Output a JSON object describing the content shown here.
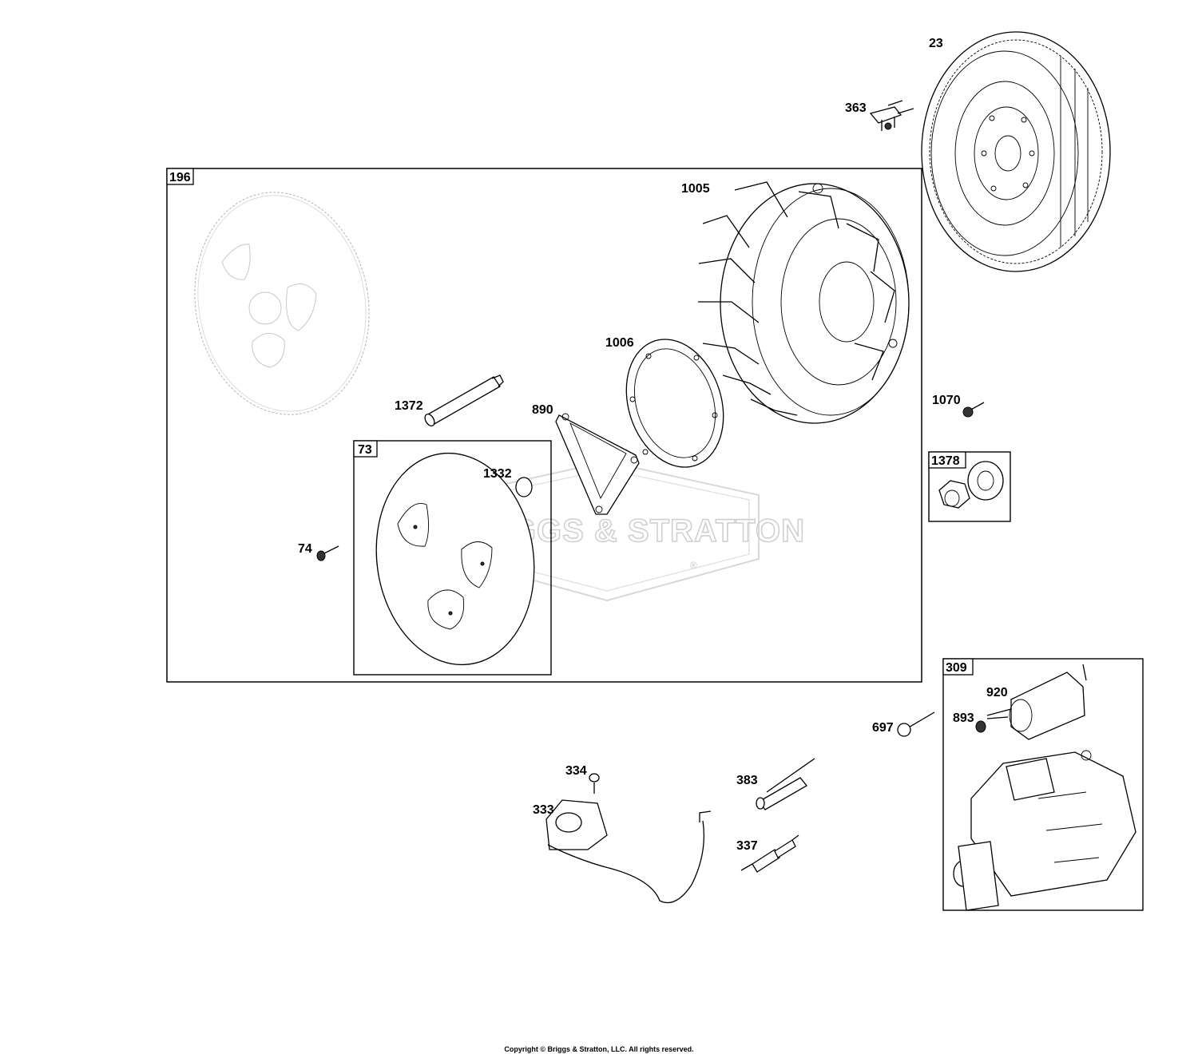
{
  "watermark": {
    "text": "BRIGGS & STRATTON",
    "registered": "®"
  },
  "copyright": "Copyright © Briggs & Stratton, LLC. All rights reserved.",
  "groups": {
    "g196": "196",
    "g73": "73",
    "g1378": "1378",
    "g309": "309"
  },
  "parts": {
    "p23": "23",
    "p363": "363",
    "p1005": "1005",
    "p1006": "1006",
    "p1070": "1070",
    "p1372": "1372",
    "p890": "890",
    "p1332": "1332",
    "p74": "74",
    "p920": "920",
    "p893": "893",
    "p697": "697",
    "p334": "334",
    "p333": "333",
    "p383": "383",
    "p337": "337"
  }
}
